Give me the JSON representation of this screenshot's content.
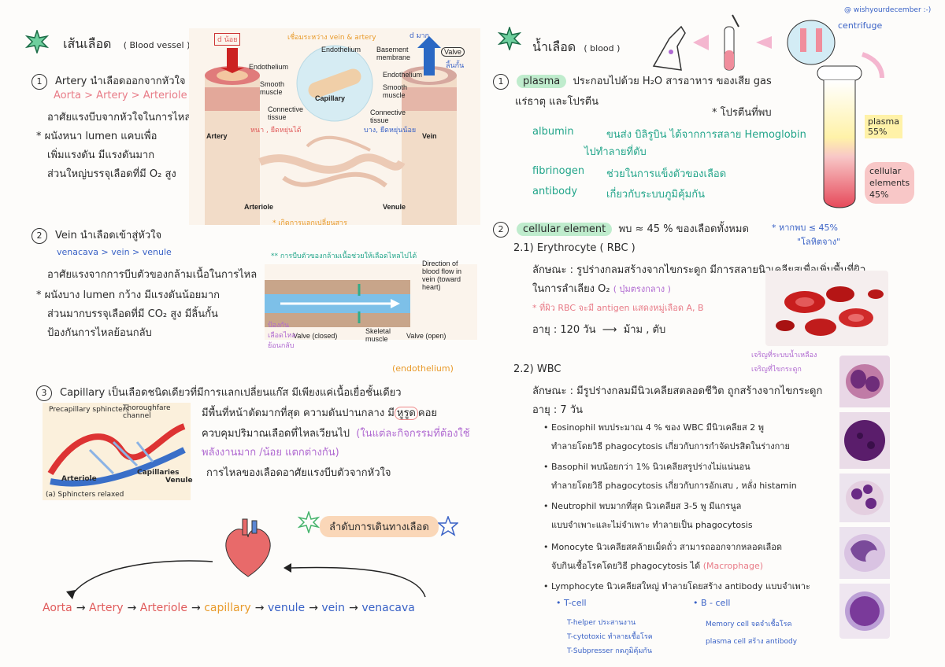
{
  "watermark": "@ wishyourdecember :-)",
  "left": {
    "title_th": "เส้นเลือด",
    "title_en": "( Blood vessel )",
    "artery": {
      "num": "1",
      "heading": "Artery   นำเลือดออกจากหัวใจ",
      "path": "Aorta > Artery > Arteriole",
      "l1": "อาศัยแรงบีบจากหัวใจในการไหล",
      "l2": "*  ผนังหนา  lumen แคบเพื่อ",
      "l3": "เพิ่มแรงดัน   มีแรงดันมาก",
      "l4": "ส่วนใหญ่บรรจุเลือดที่มี O₂ สูง"
    },
    "vein": {
      "num": "2",
      "heading": "Vein  นำเลือดเข้าสู่หัวใจ",
      "path": "venacava > vein > venule",
      "l1": "อาศัยแรงจากการบีบตัวของกล้ามเนื้อในการไหล",
      "l2": "*  ผนังบาง  lumen กว้าง  มีแรงดันน้อยมาก",
      "l3": "ส่วนมากบรรจุเลือดที่มี CO₂ สูง  มีลิ้นกั้น",
      "l4": "ป้องกันการไหลย้อนกลับ"
    },
    "capillary": {
      "num": "3",
      "l1": "Capillary  เป็นเลือดชนิดเดียวที่มีการแลกเปลี่ยนแก๊ส   มีเพียงแค่เนื้อเยื่อชั้นเดียว",
      "endo": "(endothelium)",
      "l2a": "มีพื้นที่หน้าตัดมากที่สุด  ความดันปานกลาง   มี",
      "l2b": "หูรูด",
      "l2c": "คอย",
      "l3a": "ควบคุมปริมาณเลือดที่ไหลเวียนไป",
      "l3b": "(ในแต่ละกิจกรรมที่ต้องใช้",
      "l4": "พลังงานมาก /น้อย แตกต่างกัน)",
      "l5": "การไหลของเลือดอาศัยแรงบีบตัวจากหัวใจ"
    },
    "vessel_fig": {
      "connect_note": "เชื่อมระหว่าง vein & artery",
      "artery_d": "d น้อย",
      "vein_d": "d มาก",
      "valve": "Valve",
      "valve_th": "ลิ้นกั้น",
      "endothelium": "Endothelium",
      "smooth": "Smooth\nmuscle",
      "connective": "Connective\ntissue",
      "artery_thick": "หนา , ยืดหยุ่นได้",
      "vein_thin": "บาง, ยืดหยุ่นน้อย",
      "capillary": "Capillary",
      "basement": "Basement\nmembrane",
      "artery": "Artery",
      "vein": "Vein",
      "arteriole": "Arteriole",
      "venule": "Venule",
      "exchange": "*  เกิดการแลกเปลี่ยนสาร"
    },
    "valve_fig": {
      "note": "** การบีบตัวของกล้ามเนื้อช่วยให้เลือดไหลไปได้",
      "direction": "Direction of\nblood flow in\nvein (toward\nheart)",
      "valve_closed": "Valve (closed)",
      "skeletal": "Skeletal\nmuscle",
      "valve_open": "Valve (open)",
      "prevent": "ป้องกัน\nเลือดไหล\nย้อนกลับ"
    },
    "sphincter_fig": {
      "precap": "Precapillary sphincters",
      "thorough": "Thoroughfare\nchannel",
      "arteriole": "Arteriole",
      "capillaries": "Capillaries",
      "venule": "Venule",
      "caption": "(a) Sphincters relaxed"
    },
    "flow": {
      "label": "ลำดับการเดินทางเลือด",
      "items": [
        "Aorta",
        "Artery",
        "Arteriole",
        "capillary",
        "venule",
        "vein",
        "venacava"
      ]
    }
  },
  "right": {
    "title_th": "น้ำเลือด",
    "title_en": "( blood )",
    "centrifuge": "centrifuge",
    "plasma_pct": "plasma\n55%",
    "cells_pct": "cellular\nelements\n45%",
    "plasma": {
      "num": "1",
      "head": "plasma",
      "l1": "ประกอบไปด้วย  H₂O  สารอาหาร  ของเสีย  gas",
      "l2": "แร่ธาตุ  และโปรตีน",
      "protein": "*  โปรตีนที่พบ",
      "albumin": "albumin",
      "albumin_d": "ขนส่ง บิลิรูบิน ได้จากการสลาย  Hemoglobin",
      "albumin_d2": "ไปทำลายที่ตับ",
      "fibrinogen": "fibrinogen",
      "fibrinogen_d": "ช่วยในการแข็งตัวของเลือด",
      "antibody": "antibody",
      "antibody_d": "เกี่ยวกับระบบภูมิคุ้มกัน"
    },
    "cellular": {
      "num": "2",
      "head": "cellular element",
      "desc": "พบ ≈ 45 % ของเลือดทั้งหมด",
      "note1": "*  หากพบ ≤ 45%",
      "note2": "\"โลหิตจาง\""
    },
    "rbc": {
      "head": "2.1)  Erythrocyte   ( RBC )",
      "l1": "ลักษณะ   :  รูปร่างกลมสร้างจากไขกระดูก   มีการสลายนิวเคลียสเพื่อเพิ่มพื้นที่ผิว",
      "l2": "ในการลำเลียง O₂",
      "l2b": "( บุ๋มตรงกลาง )",
      "l3": "*  ที่ผิว RBC จะมี antigen แสดงหมู่เลือด   A, B",
      "l4a": "อายุ   :    120 วัน",
      "l4b": "ม้าม , ตับ"
    },
    "wbc": {
      "head": "2.2)   WBC",
      "side1": "เจริญที่ระบบน้ำเหลือง",
      "side2": "เจริญที่ไขกระดูก",
      "l1": "ลักษณะ   :   มีรูปร่างกลมมีนิวเคลียสตลอดชีวิต  ถูกสร้างจากไขกระดูก",
      "l2": "อายุ    :   7 วัน",
      "eos1": "Eosinophil    พบประมาณ 4 %  ของ WBC  มีนิวเคลียส 2 พู",
      "eos2": "ทำลายโดยวิธี phagocytosis   เกี่ยวกับการกำจัดปรสิตในร่างกาย",
      "bas1": "Basophil    พบน้อยกว่า 1%   นิวเคลียสรูปร่างไม่แน่นอน",
      "bas2": "ทำลายโดยวิธี phagocytosis    เกี่ยวกับการอักเสบ , หลั่ง histamin",
      "neu1": "Neutrophil     พบมากที่สุด   นิวเคลียส 3-5 พู   มีแกรนูล",
      "neu2": "แบบจำเพาะและไม่จำเพาะ   ทำลายเป็น phagocytosis",
      "mon1": "Monocyte    นิวเคลียสคล้ายเม็ดถั่ว   สามารถออกจากหลอดเลือด",
      "mon2a": "จับกินเชื้อโรคโดยวิธี phagocytosis ได้",
      "mon2b": "(Macrophage)",
      "lym1": "Lymphocyte   นิวเคลียสใหญ่  ทำลายโดยสร้าง antibody แบบจำเพาะ",
      "tcell": "T-cell",
      "bcell": "B - cell",
      "th": "T-helper    ประสานงาน",
      "tc": "T-cytotoxic    ทำลายเชื้อโรค",
      "ts": "T-Subpresser    กดภูมิคุ้มกัน",
      "mem": "Memory cell    จดจำเชื้อโรค",
      "pla": "plasma  cell    สร้าง antibody"
    }
  }
}
